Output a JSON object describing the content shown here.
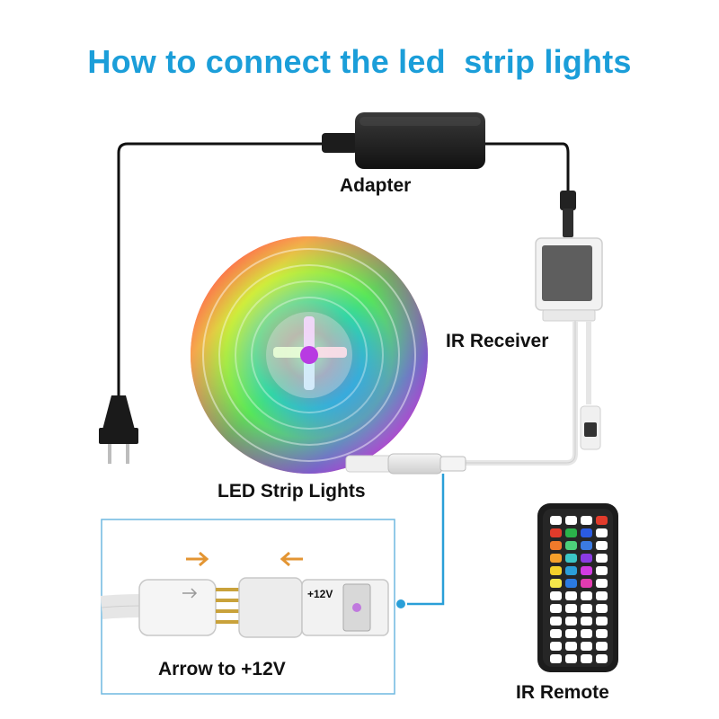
{
  "title": "How to connect the led  strip lights",
  "labels": {
    "adapter": "Adapter",
    "ir_receiver": "IR Receiver",
    "led_strip": "LED Strip Lights",
    "arrow": "Arrow to +12V",
    "ir_remote": "IR Remote",
    "voltage": "+12V"
  },
  "colors": {
    "title": "#1b9ed9",
    "callout": "#2a9fd8",
    "arrow": "#e39533",
    "cable": "#111111"
  },
  "remote_buttons": [
    [
      "#ffffff",
      "#ffffff",
      "#ffffff",
      "#e23b2b"
    ],
    [
      "#e23b2b",
      "#2bb34a",
      "#2b5be2",
      "#ffffff"
    ],
    [
      "#f07a2b",
      "#4dd07a",
      "#3b7be2",
      "#ffffff"
    ],
    [
      "#f5a02b",
      "#3bc6c6",
      "#8a3be2",
      "#ffffff"
    ],
    [
      "#f5d22b",
      "#2b9ed9",
      "#d23be2",
      "#ffffff"
    ],
    [
      "#f5e84b",
      "#2b7be2",
      "#e23bb0",
      "#ffffff"
    ],
    [
      "#ffffff",
      "#ffffff",
      "#ffffff",
      "#ffffff"
    ],
    [
      "#ffffff",
      "#ffffff",
      "#ffffff",
      "#ffffff"
    ],
    [
      "#ffffff",
      "#ffffff",
      "#ffffff",
      "#ffffff"
    ],
    [
      "#ffffff",
      "#ffffff",
      "#ffffff",
      "#ffffff"
    ],
    [
      "#ffffff",
      "#ffffff",
      "#ffffff",
      "#ffffff"
    ],
    [
      "#ffffff",
      "#ffffff",
      "#ffffff",
      "#ffffff"
    ]
  ]
}
